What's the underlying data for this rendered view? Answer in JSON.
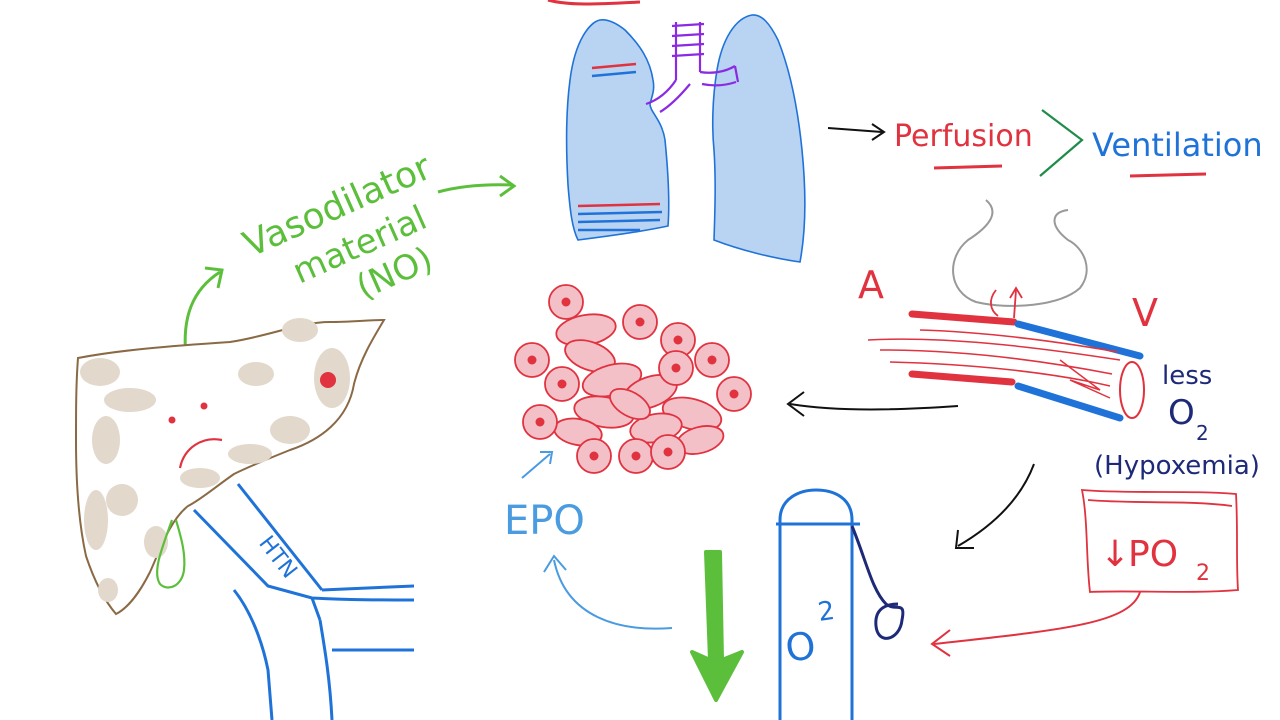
{
  "labels": {
    "vasodilator": "Vasodilator",
    "material": "material",
    "no": "(NO)",
    "perfusion": "Perfusion",
    "ventilation": "Ventilation",
    "artery": "A",
    "vein": "V",
    "less": "less",
    "o2_main": "O",
    "o2_sub": "2",
    "hypoxemia": "(Hypoxemia)",
    "po2_arrow": "↓",
    "po2_main": "PO",
    "po2_sub": "2",
    "epo": "EPO",
    "tank_o": "O",
    "tank_sub": "2",
    "htn": "HTN"
  },
  "colors": {
    "green": "#5cbf3c",
    "red": "#e0323f",
    "blue": "#1f73d8",
    "navy": "#1e2a78",
    "lightblue": "#4a9be0",
    "lung": "#b9d3f2",
    "cell": "#f4c0c8",
    "liver_spot": "#e2d8cc",
    "liver_outline": "#8a6a45",
    "purple": "#8a2be2"
  }
}
